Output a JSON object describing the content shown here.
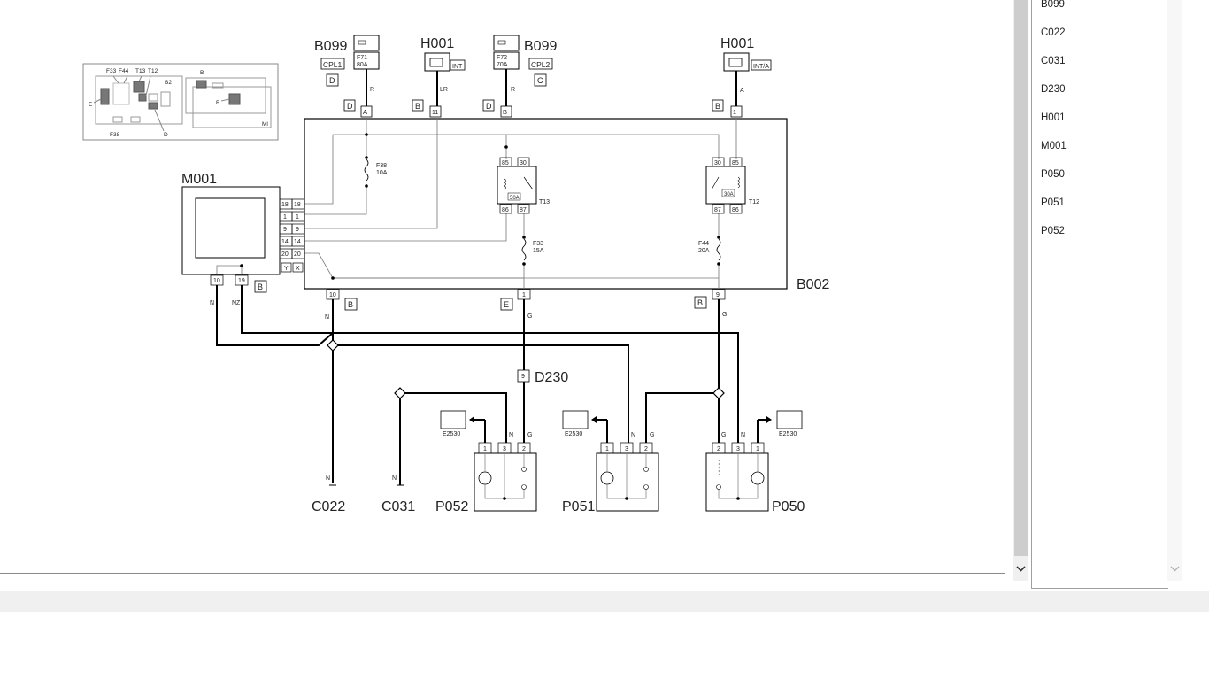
{
  "diagram": {
    "codes": {
      "b099": "B099",
      "h001": "H001",
      "m001": "M001",
      "b002": "B002",
      "d230": "D230",
      "c022": "C022",
      "c031": "C031",
      "p052": "P052",
      "p051": "P051",
      "p050": "P050",
      "cpl1": "CPL1",
      "cpl2": "CPL2",
      "int": "INT",
      "int_a": "INT/A",
      "e2530": "E2530"
    },
    "fuses": {
      "f71": "F71",
      "f71_rating": "80A",
      "f72": "F72",
      "f72_rating": "70A",
      "f38": "F38",
      "f38_rating": "10A",
      "f33": "F33",
      "f33_rating": "15A",
      "f44": "F44",
      "f44_rating": "20A"
    },
    "relays": {
      "t13": "T13",
      "t13_rating": "50A",
      "t12": "T12",
      "t12_rating": "30A",
      "pin85": "85",
      "pin30": "30",
      "pin86": "86",
      "pin87": "87"
    },
    "locator": {
      "f33": "F33",
      "f44": "F44",
      "t13": "T13",
      "t12": "T12",
      "b": "B",
      "b2": "B2",
      "e": "E",
      "f38": "F38",
      "d": "D",
      "ml": "Ml"
    },
    "connectors": {
      "d": "D",
      "c": "C",
      "b": "B",
      "e": "E",
      "a": "A",
      "y": "Y",
      "x": "X"
    },
    "pins": {
      "p1": "1",
      "p2": "2",
      "p3": "3",
      "p9": "9",
      "p10": "10",
      "p11": "11",
      "p14": "14",
      "p18": "18",
      "p19": "19",
      "p20": "20"
    },
    "wires": {
      "r": "R",
      "lr": "LR",
      "a": "A",
      "n": "N",
      "nz": "NZ",
      "g": "G"
    }
  },
  "sidebar": {
    "items": [
      "B099",
      "C022",
      "C031",
      "D230",
      "H001",
      "M001",
      "P050",
      "P051",
      "P052"
    ]
  }
}
